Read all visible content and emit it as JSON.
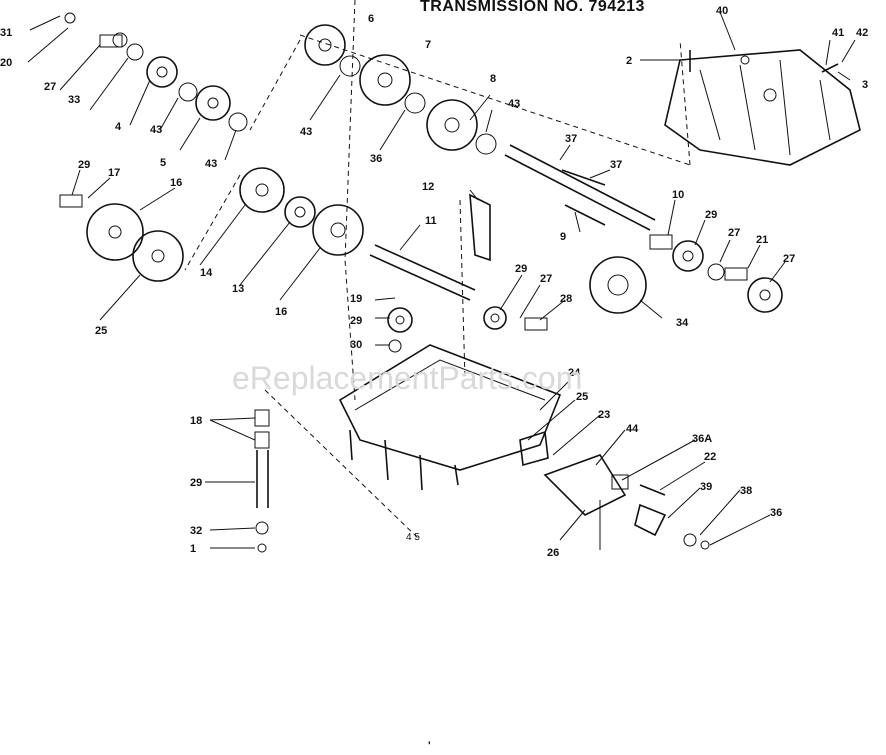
{
  "header": {
    "title": "TRANSMISSION NO. 794213"
  },
  "watermark": "eReplacementParts.com",
  "figure_number": "4 5",
  "callouts": [
    "31",
    "20",
    "27",
    "33",
    "4",
    "43",
    "5",
    "6",
    "43",
    "7",
    "43",
    "8",
    "43",
    "36",
    "2",
    "40",
    "41",
    "42",
    "3",
    "37",
    "37",
    "9",
    "10",
    "29",
    "27",
    "21",
    "27",
    "29",
    "17",
    "16",
    "14",
    "13",
    "16",
    "25",
    "12",
    "11",
    "29",
    "27",
    "28",
    "34",
    "19",
    "29",
    "30",
    "18",
    "29",
    "32",
    "1",
    "24",
    "25",
    "23",
    "44",
    "36A",
    "22",
    "39",
    "38",
    "36",
    "26"
  ]
}
